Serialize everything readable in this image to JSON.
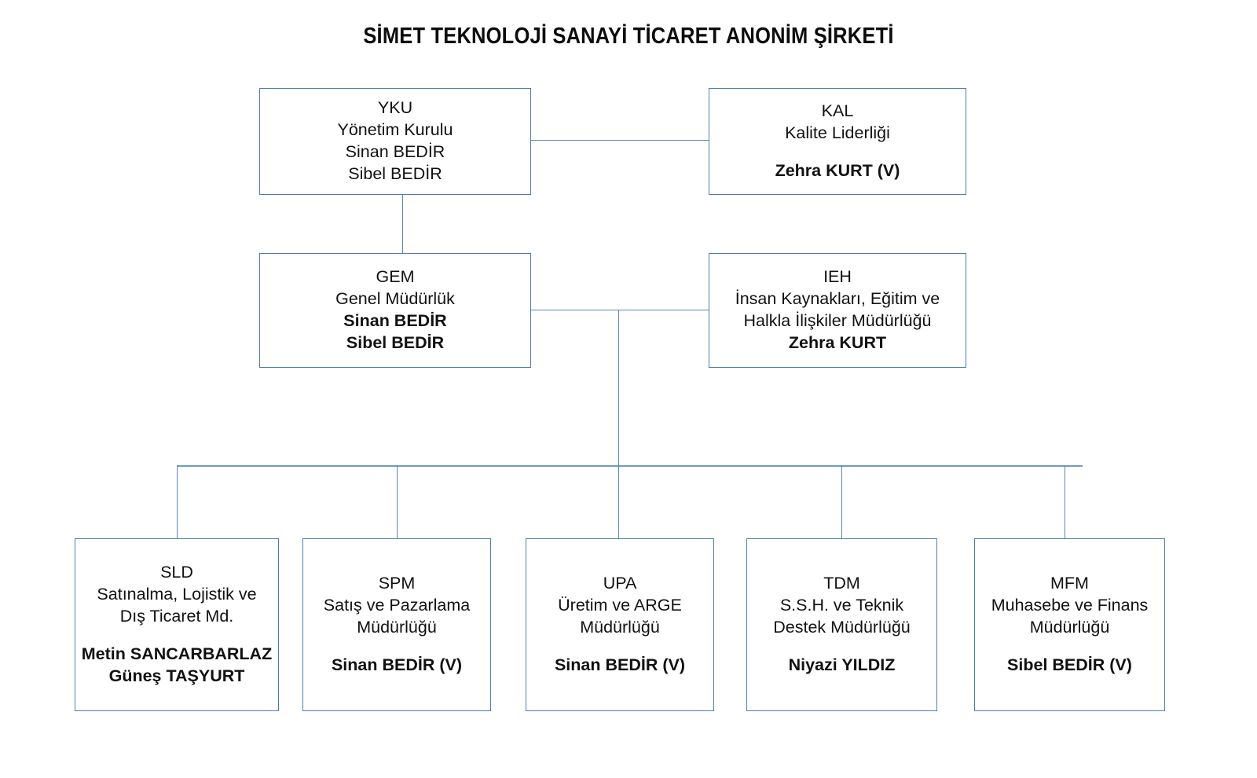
{
  "title": "SİMET TEKNOLOJİ SANAYİ TİCARET ANONİM ŞİRKETİ",
  "colors": {
    "box_border": "#4f7cb3",
    "connector": "#5b85bd",
    "bus_bar": "#6f9ac5",
    "text": "#111111",
    "background": "#ffffff"
  },
  "nodes": {
    "yku": {
      "code": "YKU",
      "unit": "Yönetim Kurulu",
      "person_1": "Sinan BEDİR",
      "person_2": "Sibel BEDİR"
    },
    "kal": {
      "code": "KAL",
      "unit": "Kalite Liderliği",
      "person_1": "Zehra KURT (V)"
    },
    "gem": {
      "code": "GEM",
      "unit": "Genel Müdürlük",
      "person_1": "Sinan BEDİR",
      "person_2": "Sibel BEDİR"
    },
    "ieh": {
      "code": "IEH",
      "unit_line_1": "İnsan Kaynakları, Eğitim ve",
      "unit_line_2": "Halkla İlişkiler Müdürlüğü",
      "person_1": "Zehra KURT"
    },
    "sld": {
      "code": "SLD",
      "unit_line_1": "Satınalma, Lojistik ve",
      "unit_line_2": "Dış Ticaret Md.",
      "person_1": "Metin SANCARBARLAZ",
      "person_2": "Güneş TAŞYURT"
    },
    "spm": {
      "code": "SPM",
      "unit_line_1": "Satış ve Pazarlama",
      "unit_line_2": "Müdürlüğü",
      "person_1": "Sinan BEDİR (V)"
    },
    "upa": {
      "code": "UPA",
      "unit_line_1": "Üretim ve ARGE",
      "unit_line_2": "Müdürlüğü",
      "person_1": "Sinan BEDİR (V)"
    },
    "tdm": {
      "code": "TDM",
      "unit_line_1": "S.S.H. ve Teknik",
      "unit_line_2": "Destek Müdürlüğü",
      "person_1": "Niyazi YILDIZ"
    },
    "mfm": {
      "code": "MFM",
      "unit_line_1": "Muhasebe ve Finans",
      "unit_line_2": "Müdürlüğü",
      "person_1": "Sibel BEDİR (V)"
    }
  }
}
